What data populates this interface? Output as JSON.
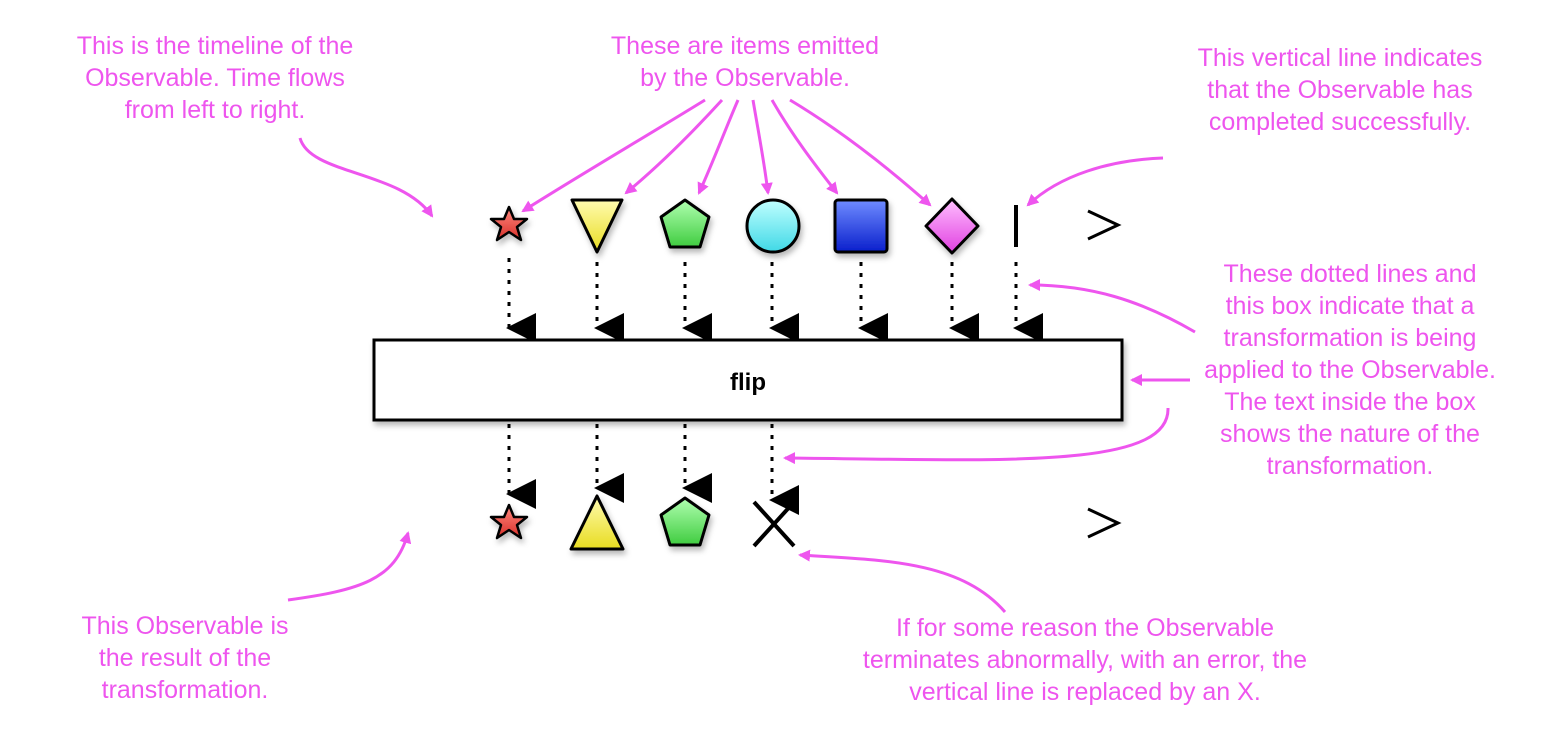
{
  "operator": {
    "label": "flip"
  },
  "annotations": {
    "timeline": "This is the timeline of the\nObservable. Time flows\nfrom left to right.",
    "items": "These are items emitted\nby the Observable.",
    "completed": "This vertical line indicates\nthat the Observable has\ncompleted successfully.",
    "transformation": "These dotted lines and\nthis box indicate that a\ntransformation is being\napplied to the Observable.\nThe text inside the box\nshows the nature of the\ntransformation.",
    "result": "This Observable is\nthe result of the\ntransformation.",
    "error": "If for some reason the Observable\nterminates abnormally, with an error, the\nvertical line is replaced by an X."
  },
  "source_items": [
    {
      "shape": "star",
      "color": "#e8423a"
    },
    {
      "shape": "triangle-down",
      "color": "#f6f03c"
    },
    {
      "shape": "pentagon",
      "color": "#55e055"
    },
    {
      "shape": "circle",
      "color": "#56e6ee"
    },
    {
      "shape": "square",
      "color": "#1d3cee"
    },
    {
      "shape": "diamond",
      "color": "#ee55ee"
    }
  ],
  "result_items": [
    {
      "shape": "star",
      "color": "#e8423a"
    },
    {
      "shape": "triangle-up",
      "color": "#f6f03c"
    },
    {
      "shape": "pentagon",
      "color": "#55e055"
    }
  ],
  "source_terminal": "complete",
  "result_terminal": "error",
  "colors": {
    "annotation": "#ee55ee",
    "line": "#000000"
  }
}
